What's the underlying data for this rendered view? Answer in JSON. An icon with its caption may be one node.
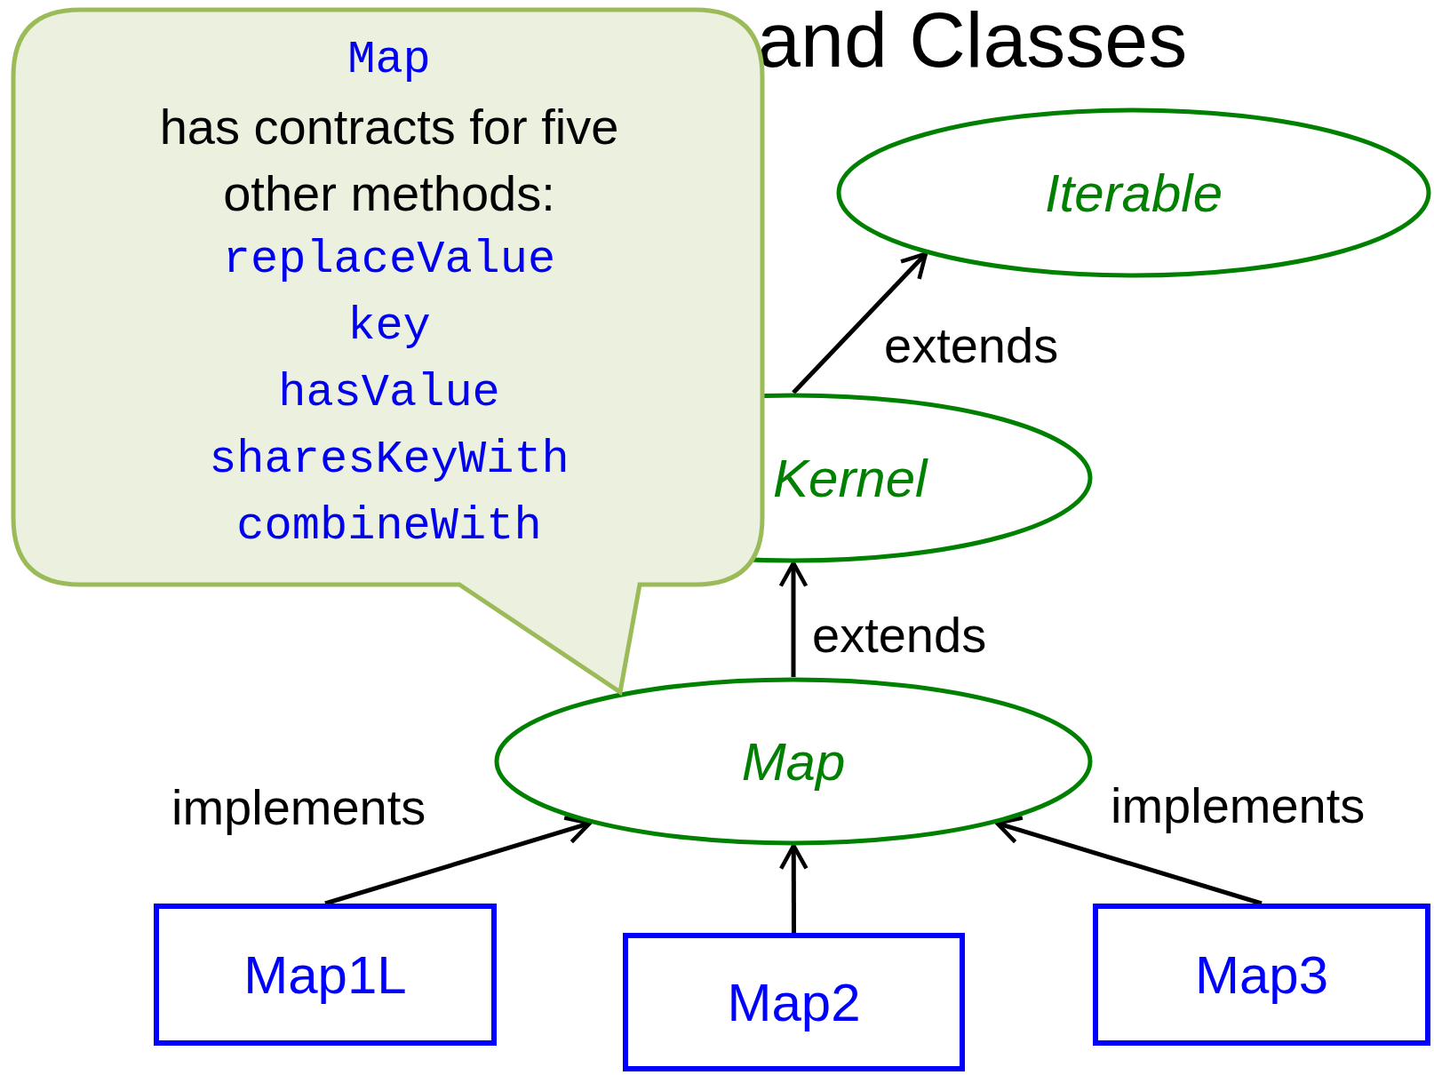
{
  "diagram": {
    "title": "and Classes",
    "nodes": [
      {
        "text": [
          "Map",
          "has contracts for five other methods:",
          "replaceValue",
          "key",
          "hasValue",
          "sharesKeyWith",
          "combineWith"
        ]
      },
      {
        "text": [
          "Iterable"
        ]
      },
      {
        "text": [
          "Kernel"
        ]
      },
      {
        "text": [
          "Map"
        ]
      },
      {
        "text": [
          "Map1L"
        ]
      },
      {
        "text": [
          "Map2"
        ]
      },
      {
        "text": [
          "Map3"
        ]
      }
    ],
    "edges": [
      {
        "from": 2,
        "to": 1,
        "arrow": "to",
        "label": "extends"
      },
      {
        "from": 3,
        "to": 2,
        "arrow": "to",
        "label": "extends"
      },
      {
        "from": 4,
        "to": 3,
        "arrow": "to",
        "label": "implements"
      },
      {
        "from": 5,
        "to": 3,
        "arrow": "to"
      },
      {
        "from": 6,
        "to": 3,
        "arrow": "to",
        "label": "implements"
      }
    ]
  }
}
